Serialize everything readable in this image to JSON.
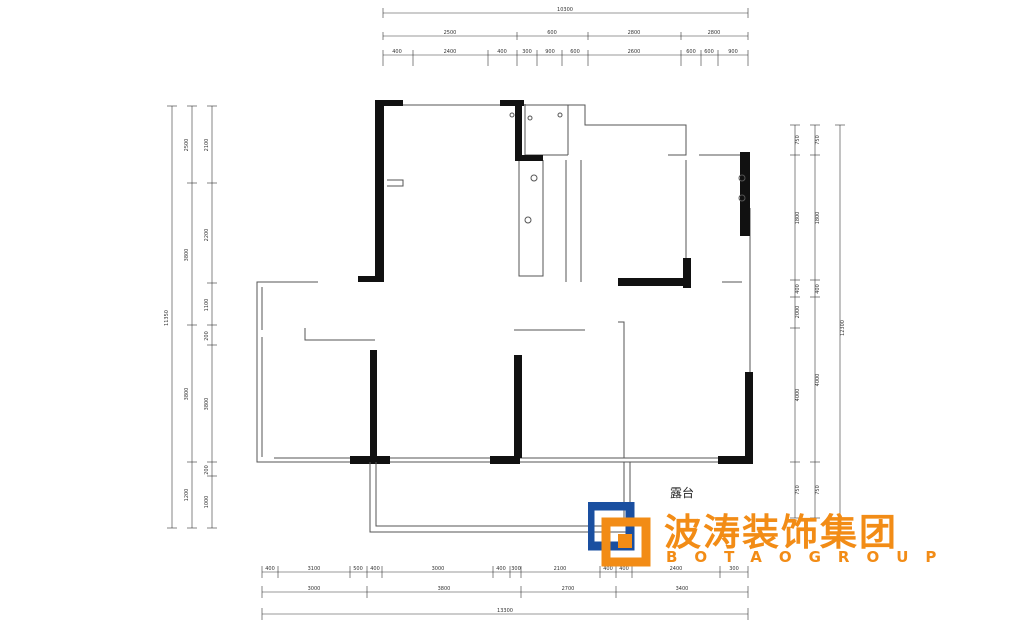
{
  "dims": {
    "top_total": "10300",
    "top_row1": [
      "2500",
      "600",
      "2800",
      "2800"
    ],
    "top_row2": [
      "400",
      "2400",
      "400",
      "300",
      "900",
      "600",
      "2600",
      "600",
      "600",
      "900"
    ],
    "left_total": "11350",
    "left_col1": [
      "2500",
      "3800",
      "3800",
      "1200"
    ],
    "left_col2": [
      "2100",
      "2200",
      "1100",
      "200",
      "3800",
      "200",
      "1000"
    ],
    "right_total": "12300",
    "right_col1": [
      "750",
      "1800",
      "400",
      "2000",
      "4000",
      "750"
    ],
    "right_col2": [
      "750",
      "1800",
      "400",
      "4000",
      "750"
    ],
    "bottom_row1": [
      "400",
      "3100",
      "500",
      "400",
      "3000",
      "400",
      "300",
      "2100",
      "400",
      "400",
      "2400",
      "300"
    ],
    "bottom_row2": [
      "3000",
      "3800",
      "2700",
      "3400"
    ],
    "bottom_total": "13300"
  },
  "labels": {
    "terrace": "露台"
  },
  "brand": {
    "name_cn": "波涛装饰集团",
    "name_en": "BOTAOGROUP",
    "color": "#f28c16",
    "logo_blue": "#1a4fa0"
  }
}
